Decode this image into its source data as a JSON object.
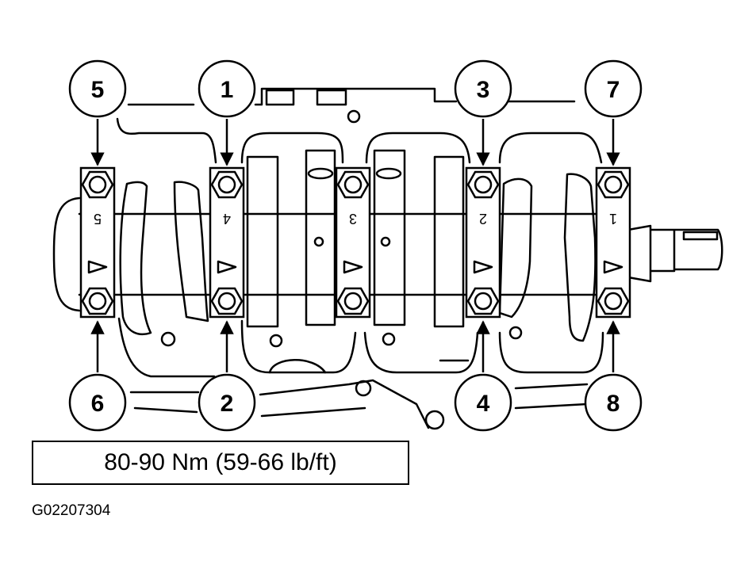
{
  "torque_spec": "80-90 Nm (59-66 lb/ft)",
  "figure_id": "G02207304",
  "callouts_top": [
    "5",
    "1",
    "3",
    "7"
  ],
  "callouts_bottom": [
    "6",
    "2",
    "4",
    "8"
  ],
  "cap_numbers": [
    "5",
    "4",
    "3",
    "2",
    "1"
  ]
}
